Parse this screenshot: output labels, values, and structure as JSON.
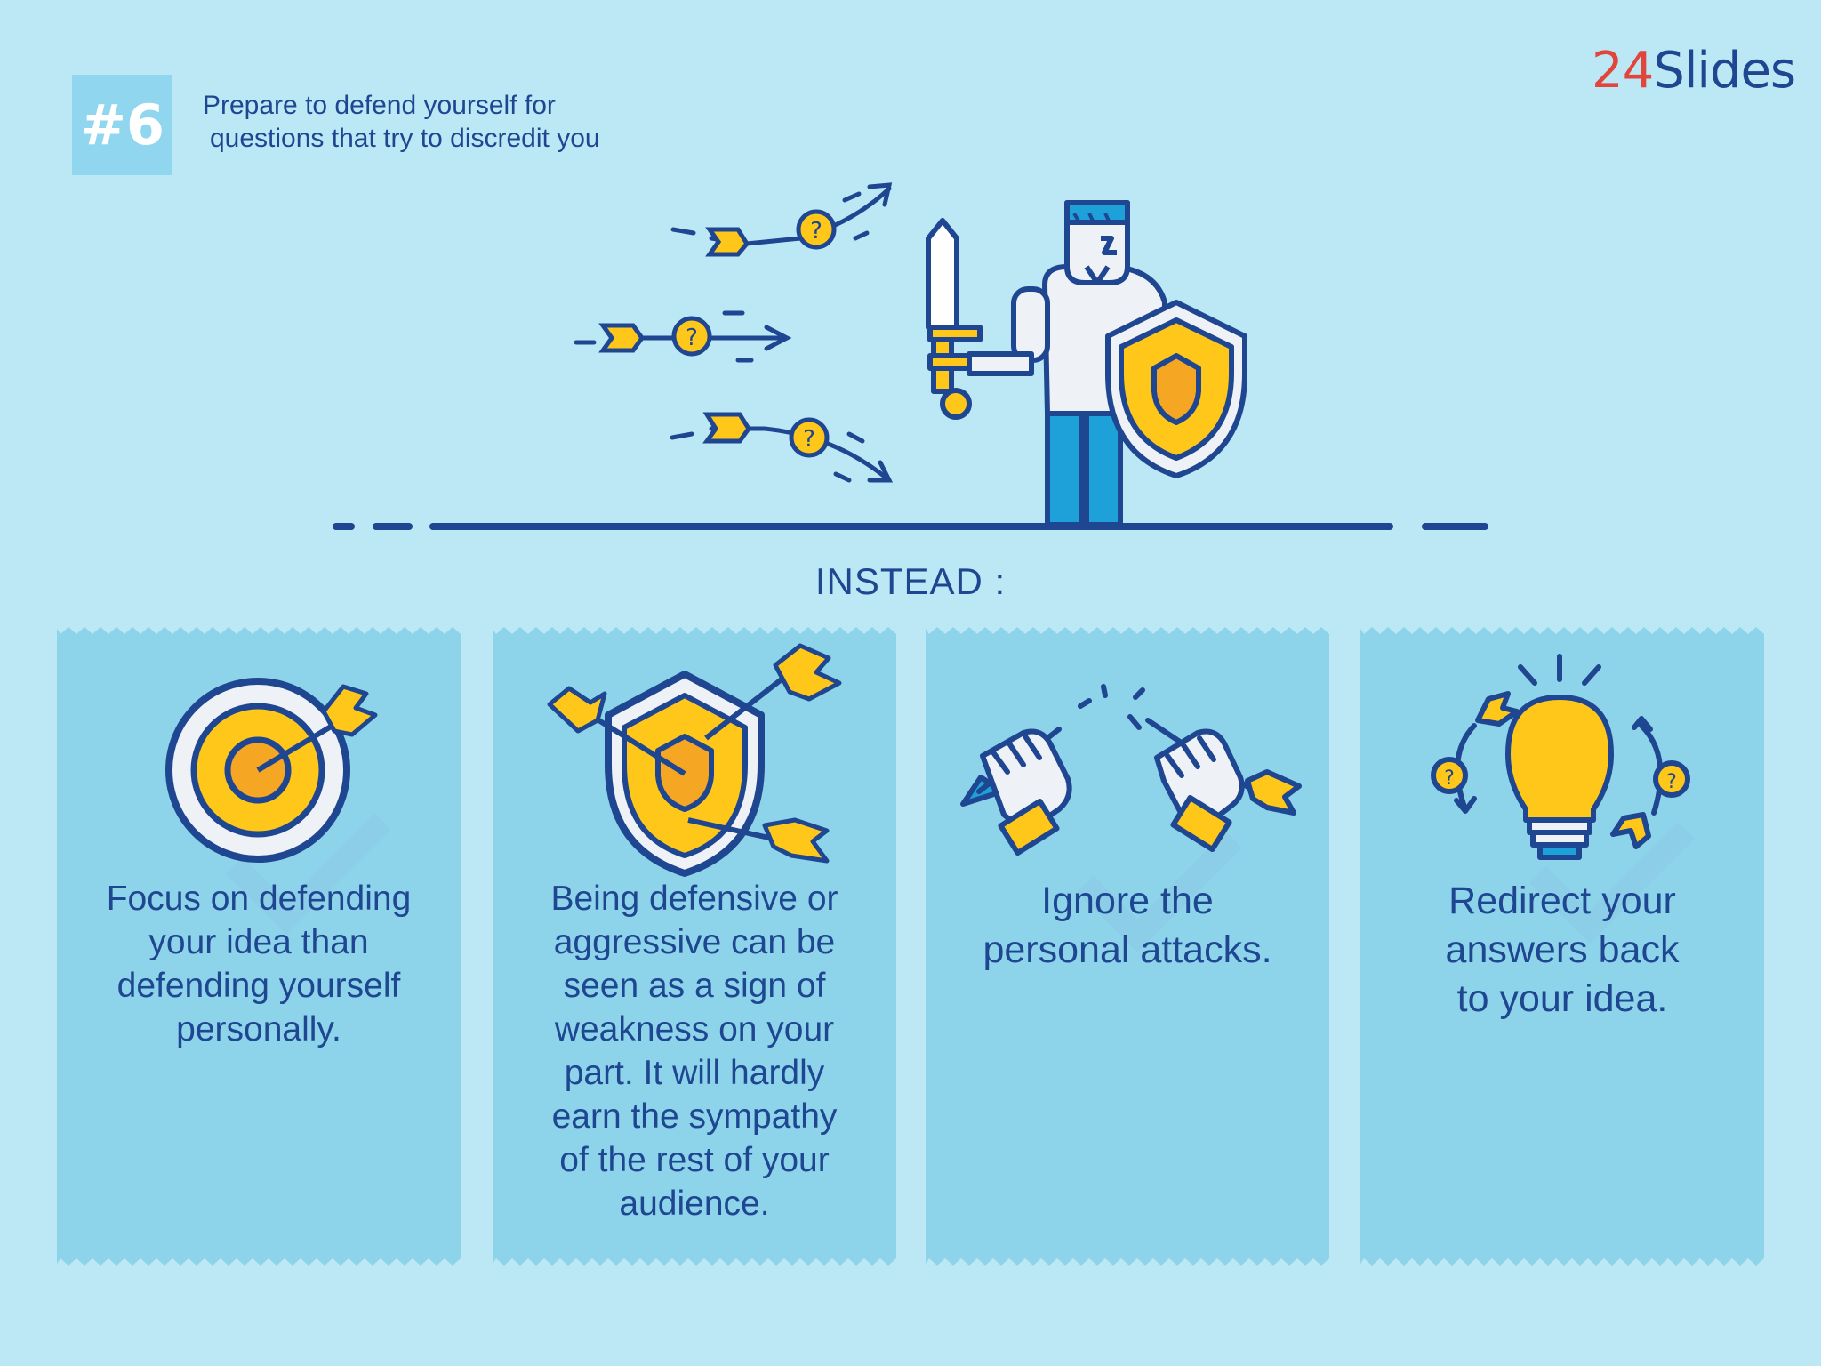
{
  "badge": "#6",
  "heading": {
    "line1": "Prepare to defend yourself for",
    "line2": "questions that try to discredit you"
  },
  "logo": {
    "digits": "24",
    "name": "Slides"
  },
  "instead_label": "INSTEAD :",
  "colors": {
    "background": "#bce7f5",
    "card": "#8dd3ea",
    "navy": "#1f4690",
    "yellow": "#ffc719",
    "orange": "#f5a623",
    "logo_red": "#e0463c"
  },
  "cards": [
    {
      "icon": "target-icon",
      "text": [
        "Focus on defending",
        "your idea than",
        "defending yourself",
        "personally."
      ]
    },
    {
      "icon": "shield-arrows-icon",
      "text": [
        "Being defensive or",
        "aggressive can be",
        "seen as a sign of",
        "weakness on your",
        "part. It will hardly",
        "earn the sympathy",
        "of the rest of your",
        "audience."
      ]
    },
    {
      "icon": "hands-breaking-arrow-icon",
      "text": [
        "Ignore the",
        "personal attacks."
      ]
    },
    {
      "icon": "lightbulb-icon",
      "text": [
        "Redirect your",
        "answers back",
        "to your idea."
      ]
    }
  ]
}
